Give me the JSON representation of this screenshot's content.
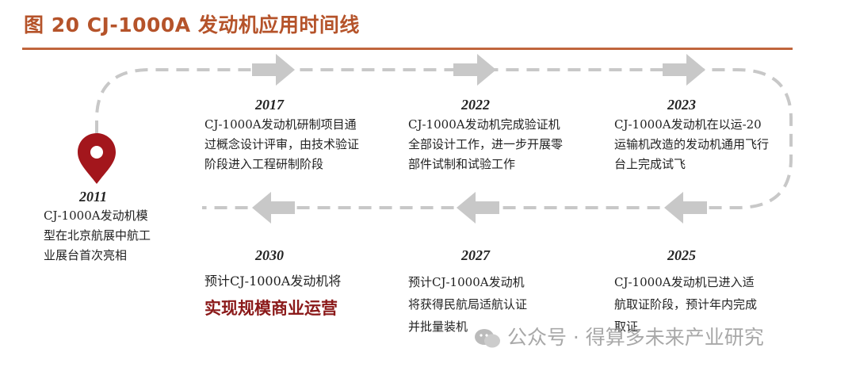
{
  "title": "图 20 CJ-1000A 发动机应用时间线",
  "colors": {
    "accent": "#b5532a",
    "marker": "#a3161c",
    "arrow": "#c8c8c8",
    "highlight": "#8b1a1a"
  },
  "timeline": [
    {
      "year": "2011",
      "text": "CJ-1000A发动机模型在北京航展中航工业展台首次亮相"
    },
    {
      "year": "2017",
      "text": "CJ-1000A发动机研制项目通过概念设计评审，由技术验证阶段进入工程研制阶段"
    },
    {
      "year": "2022",
      "text": "CJ-1000A发动机完成验证机全部设计工作，进一步开展零部件试制和试验工作"
    },
    {
      "year": "2023",
      "text": "CJ-1000A发动机在以运-20运输机改造的发动机通用飞行台上完成试飞"
    },
    {
      "year": "2025",
      "text": "CJ-1000A发动机已进入适航取证阶段，预计年内完成取证"
    },
    {
      "year": "2027",
      "text": "预计CJ-1000A发动机将获得民航局适航认证并批量装机"
    },
    {
      "year": "2030",
      "text_prefix": "预计CJ-1000A发动机将",
      "text_highlight": "实现规模商业运营"
    }
  ],
  "watermark": "公众号 · 得算多未来产业研究",
  "icons": {
    "start_marker": "map-pin-icon",
    "arrows": "arrow-icon",
    "watermark": "wechat-icon"
  }
}
